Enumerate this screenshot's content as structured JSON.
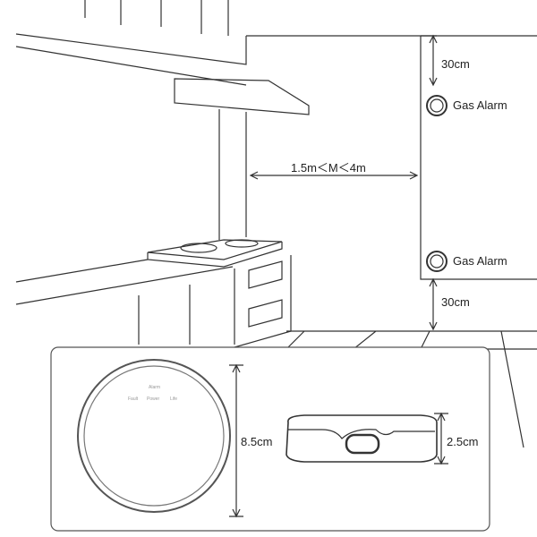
{
  "labels": {
    "top_gap": "30cm",
    "alarm_top": "Gas Alarm",
    "distance": "1.5m＜M＜4m",
    "alarm_bottom": "Gas Alarm",
    "bottom_gap": "30cm",
    "diameter": "8.5cm",
    "thickness": "2.5cm"
  },
  "device_indicators": {
    "alarm": "Alarm",
    "fault": "Fault",
    "power": "Power",
    "life": "Life"
  }
}
